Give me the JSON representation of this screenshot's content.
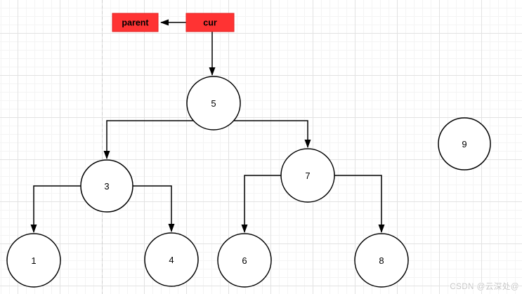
{
  "pointers": {
    "parent_label": "parent",
    "cur_label": "cur"
  },
  "nodes": {
    "n5": "5",
    "n3": "3",
    "n7": "7",
    "n1": "1",
    "n4": "4",
    "n6": "6",
    "n8": "8",
    "n9": "9"
  },
  "structure": {
    "type": "binary-tree",
    "root": "5",
    "children": {
      "5": [
        "3",
        "7"
      ],
      "3": [
        "1",
        "4"
      ],
      "7": [
        "6",
        "8"
      ]
    },
    "standalone_nodes": [
      "9"
    ],
    "pointer_arrows": [
      {
        "from": "cur",
        "to": "parent"
      },
      {
        "from": "cur",
        "to": "5"
      }
    ]
  },
  "colors": {
    "pointer_box_fill": "#ff3333",
    "stroke": "#000000",
    "node_fill": "#ffffff",
    "grid_minor": "#f4f4f4",
    "grid_major": "#e2e2e2",
    "page_divider": "#cfcfcf",
    "watermark_text": "#c6c6c6"
  },
  "watermark": {
    "text": "CSDN @云深处@"
  }
}
